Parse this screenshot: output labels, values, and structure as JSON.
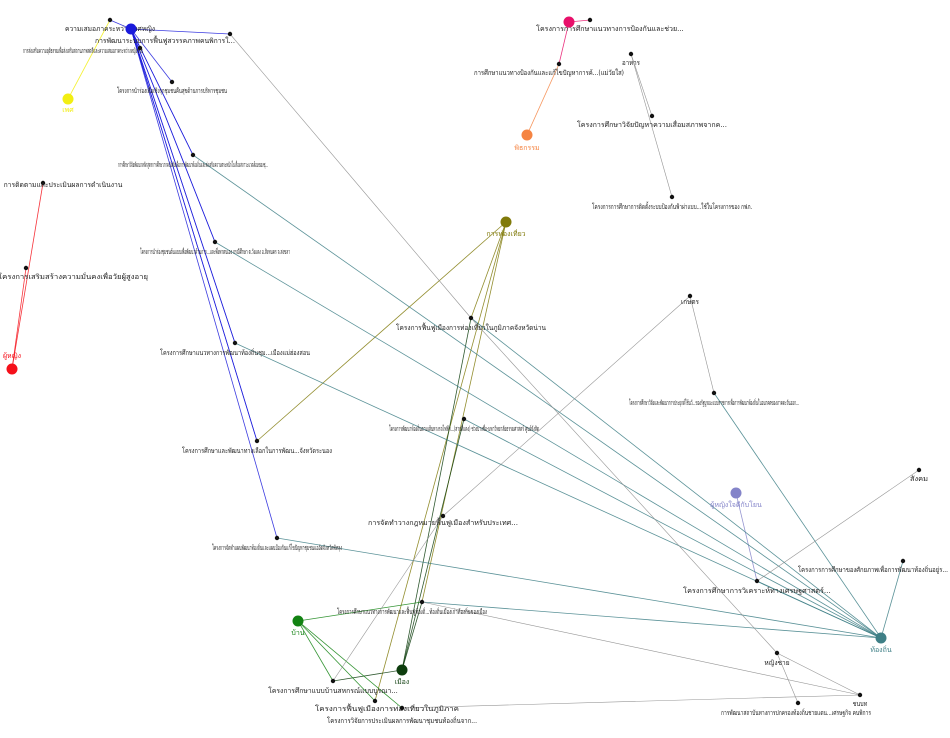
{
  "colors": {
    "default_edge": "#8a8a8a",
    "dot": "#111111"
  },
  "hubs": [
    {
      "id": "h_women",
      "label": "ผู้หญิง",
      "color": "#f5101a"
    },
    {
      "id": "h_blue",
      "label": "",
      "color": "#1a1adb"
    },
    {
      "id": "h_yellow",
      "label": "เพศ",
      "color": "#f2ee12"
    },
    {
      "id": "h_pink",
      "label": "",
      "color": "#e8106a"
    },
    {
      "id": "h_orange",
      "label": "พิธกรรม",
      "color": "#f58442"
    },
    {
      "id": "h_olive",
      "label": "การท่องเที่ยว",
      "color": "#807a0a"
    },
    {
      "id": "h_purple",
      "label": "ผู้หญิงใจดีกับโยน",
      "color": "#8484c9"
    },
    {
      "id": "h_teal",
      "label": "ท้องถิ่น",
      "color": "#3e7f86"
    },
    {
      "id": "h_green",
      "label": "บ้าน",
      "color": "#128212"
    },
    {
      "id": "h_dkgreen",
      "label": "เมือง",
      "color": "#0d3d0d"
    }
  ],
  "nodes": [
    {
      "id": "n1",
      "label": "ความเสมอภาคระหว่างเพศหญิง"
    },
    {
      "id": "n2",
      "label": "การพัฒนาระบบการฟื้นฟูสวรรคภาพคนพิการใ..."
    },
    {
      "id": "n3",
      "label": "การส่งเสริมความยุติธรรมเพื่อส่งเสริมสถานภาพสตรีและความเสมอภาคระหว่างหญิงชาย"
    },
    {
      "id": "n4",
      "label": "โครงการนำร่องเพื่อเชิงรุกชุมชนคืนสุขด้านการบริหารชุมชน"
    },
    {
      "id": "n5",
      "label": "การศึกษาวิจัยพัฒนาหลักสูตรการศึกษาภาคบังคับเพื่อการพัฒนาท้องถิ่นและส่งเสริมความตระหนักในเรื่องสภาวะแวดล้อมของชุ..."
    },
    {
      "id": "n6",
      "label": "การติดตามและประเมินผลการดำเนินงาน"
    },
    {
      "id": "n7",
      "label": "โครงการเสริมสร้างความมั่นคงเพื่อวัยผู้สูงอายุ"
    },
    {
      "id": "n8",
      "label": "โครงการนำร่องชุมชนต้นแบบเพื่อพัฒนาด้านการ...และพึ่งพาตนเอง กรณีศึกษา ต.วังแดง อ.สิงหนคร จ.สงขลา"
    },
    {
      "id": "n9",
      "label": "โครงการศึกษาแนวทางการพัฒนาท้องถิ่นชุม...เมืองแม่ฮ่องสอน"
    },
    {
      "id": "n10",
      "label": "โครงการศึกษาและพัฒนาทางเลือกในการพัฒน...จังหวัดระนอง"
    },
    {
      "id": "n11",
      "label": "โครงการจัดทำแผนพัฒนาท้องถิ่นและแผนป้องกันแก้ไขปัญหาชุมชนแออัดจังหวัดพัทลุง"
    },
    {
      "id": "n12",
      "label": "โครงการการศึกษาแนวทางการป้องกันและช่วย..."
    },
    {
      "id": "n13",
      "label": "การศึกษาแนวทางป้องกันและแก้ไขปัญหาการค้...(แม่วัยใส)"
    },
    {
      "id": "n14",
      "label": "อาหาร"
    },
    {
      "id": "n15",
      "label": "โครงการศึกษาวิจัยปัญหาความเสื่อมสภาพจากค..."
    },
    {
      "id": "n16",
      "label": "โครงการการศึกษาการติดตั้งระบบป้องกันฟ้าผ่าแบบ...ใช้ในโครงการของ กฟภ."
    },
    {
      "id": "n17",
      "label": "โครงการฟื้นฟูเมืองการท่องเที่ยวในภูมิภาคจังหวัดน่าน"
    },
    {
      "id": "n18",
      "label": "เกษตร"
    },
    {
      "id": "n19",
      "label": "โครงการศึกษาวิจัยและพัฒนาการประยุกต์ใช้นวั...ของรัฐบูรณะแบบราชการเพื่อการพัฒนาท้องถิ่นในอนาคตของภาคตะวันออก..."
    },
    {
      "id": "n20",
      "label": "โครงการพัฒนาท้องถิ่นตามเส้นทางรถไฟฟ้า...(สายสีแดง) ช่วงบางซื่อ-มหาวิทยาลัยธรรมศาสตร์ ศูนย์รังสิต"
    },
    {
      "id": "n21",
      "label": "สังคม"
    },
    {
      "id": "n22",
      "label": "การจัดทำวางกฎหมายฟื้นฟูเมืองสำหรับประเทศ..."
    },
    {
      "id": "n23",
      "label": "โครงการการศึกษาของศักยภาพเพื่อการพัฒนาท้องถิ่นอยู่ร..."
    },
    {
      "id": "n24",
      "label": "โครงการศึกษาการวิเคราะห์ทางเศรษฐศาสตร์..."
    },
    {
      "id": "n25",
      "label": "โครงการศึกษาแนวทางการพัฒนาและฟื้นฟูท้องถิ่...ท้องถิ่นเมืองเก่าท้องถิ่นของเมือง"
    },
    {
      "id": "n26",
      "label": "หญิงชาย"
    },
    {
      "id": "n27",
      "label": "โครงการศึกษาแบบบ้านสหกรณ์แบบบูรณา..."
    },
    {
      "id": "n28",
      "label": "ชนบท"
    },
    {
      "id": "n29",
      "label": "การพัฒนาสถาบันทางการปกครองท้องถิ่นชายแดน...เศรษฐกิจ คนพิการ"
    },
    {
      "id": "n30",
      "label": "โครงการฟื้นฟูเมืองการท่องเที่ยวในภูมิภาค"
    },
    {
      "id": "n31",
      "label": "โครงการวิจัยการประเมินผลการพัฒนาชุมชนท้องถิ่นจาก..."
    }
  ]
}
